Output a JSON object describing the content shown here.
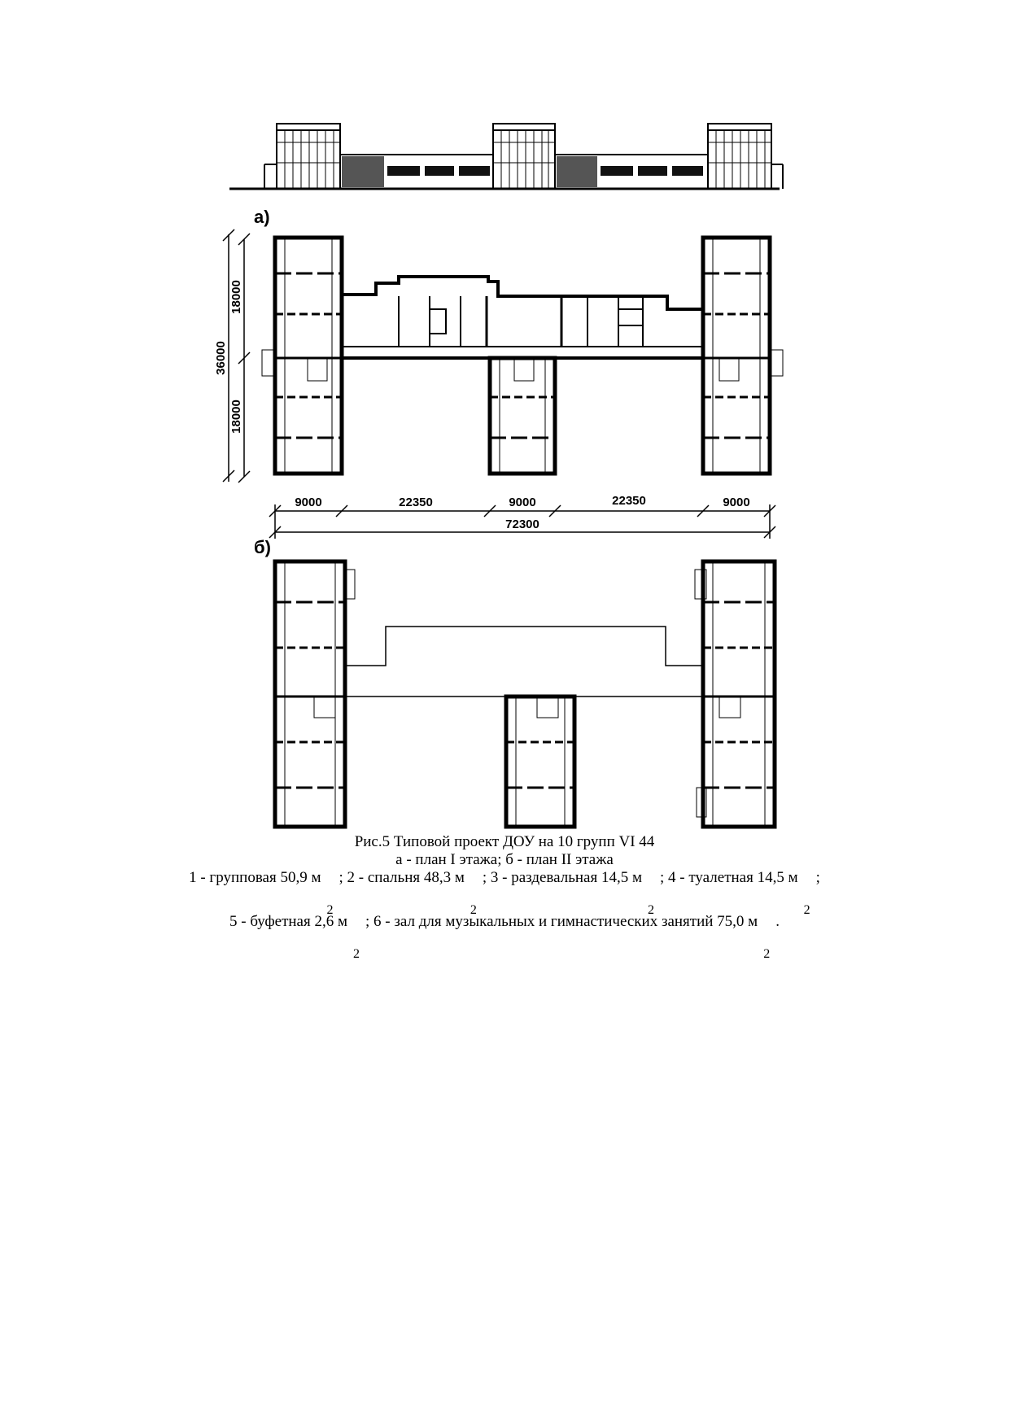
{
  "figure": {
    "label_a": "а)",
    "label_b": "б)",
    "dimensions": {
      "height_total": "36000",
      "height_top": "18000",
      "height_bottom": "18000",
      "width_parts": [
        "9000",
        "22350",
        "9000",
        "22350",
        "9000"
      ],
      "width_total": "72300"
    }
  },
  "caption": {
    "title": "Рис.5 Типовой проект ДОУ на 10 групп VI 44",
    "subtitle": "а - план I этажа; б - план II этажа",
    "unit_sup": "2",
    "legend_line1": [
      "1 - групповая 50,9 м",
      "; 2 - спальня 48,3 м",
      "; 3 - раздевальная 14,5 м",
      "; 4 - туалетная 14,5 м",
      ";"
    ],
    "legend_line2": [
      "5 - буфетная 2,6 м",
      "; 6 - зал для музыкальных и гимнастических занятий 75,0 м",
      "."
    ]
  }
}
